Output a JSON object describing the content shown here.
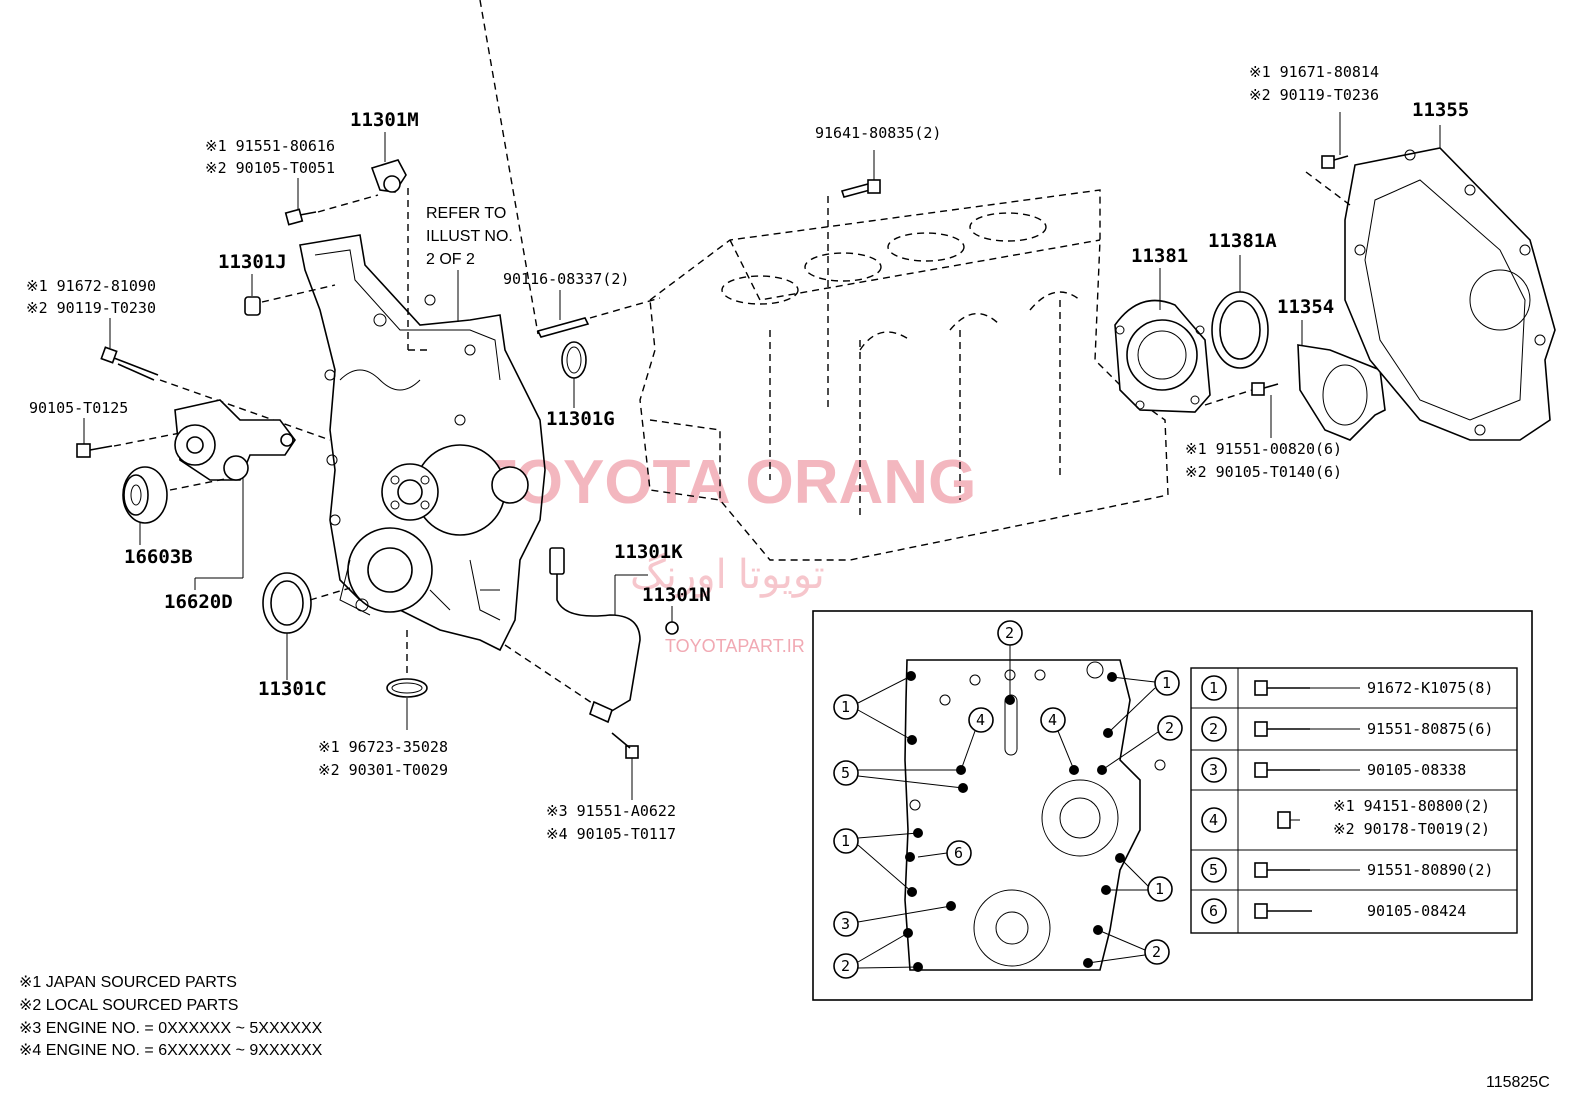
{
  "watermark": {
    "brand": "TOYOTA ORANG",
    "brand_fa": "تویوتا اورنگ",
    "site": "TOYOTAPART.IR"
  },
  "diagram_id": "115825C",
  "callouts": {
    "c11301M": "11301M",
    "c11301M_1": "※1 91551-80616",
    "c11301M_2": "※2 90105-T0051",
    "refer1": "REFER TO",
    "refer2": "ILLUST NO.",
    "refer3": "2 OF 2",
    "c11301J": "11301J",
    "c81090_1": "※1 91672-81090",
    "c81090_2": "※2 90119-T0230",
    "c90105T0125": "90105-T0125",
    "c16603B": "16603B",
    "c16620D": "16620D",
    "c11301C": "11301C",
    "c35028_1": "※1 96723-35028",
    "c35028_2": "※2 90301-T0029",
    "c90116": "90116-08337(2)",
    "c11301G": "11301G",
    "c91641": "91641-80835(2)",
    "c11301K": "11301K",
    "c11301N": "11301N",
    "cA0622_3": "※3 91551-A0622",
    "cA0622_4": "※4 90105-T0117",
    "c11381": "11381",
    "c11381A": "11381A",
    "c11354": "11354",
    "c11355": "11355",
    "c80814_1": "※1 91671-80814",
    "c80814_2": "※2 90119-T0236",
    "c00820_1": "※1 91551-00820(6)",
    "c00820_2": "※2 90105-T0140(6)"
  },
  "bolt_table": [
    {
      "num": "1",
      "part": "91672-K1075(8)"
    },
    {
      "num": "2",
      "part": "91551-80875(6)"
    },
    {
      "num": "3",
      "part": "90105-08338"
    },
    {
      "num": "4",
      "part_1": "※1 94151-80800(2)",
      "part_2": "※2 90178-T0019(2)"
    },
    {
      "num": "5",
      "part": "91551-80890(2)"
    },
    {
      "num": "6",
      "part": "90105-08424"
    }
  ],
  "inset_labels": {
    "a": "1",
    "b": "5",
    "c": "1",
    "d": "3",
    "e": "2",
    "f": "2",
    "g": "4",
    "h": "6",
    "i": "4",
    "j": "1",
    "k": "2",
    "l": "1",
    "m": "2"
  },
  "legend": [
    "※1 JAPAN SOURCED PARTS",
    "※2 LOCAL SOURCED PARTS",
    "※3 ENGINE NO. = 0XXXXXX ~ 5XXXXXX",
    "※4 ENGINE NO. = 6XXXXXX ~ 9XXXXXX"
  ]
}
